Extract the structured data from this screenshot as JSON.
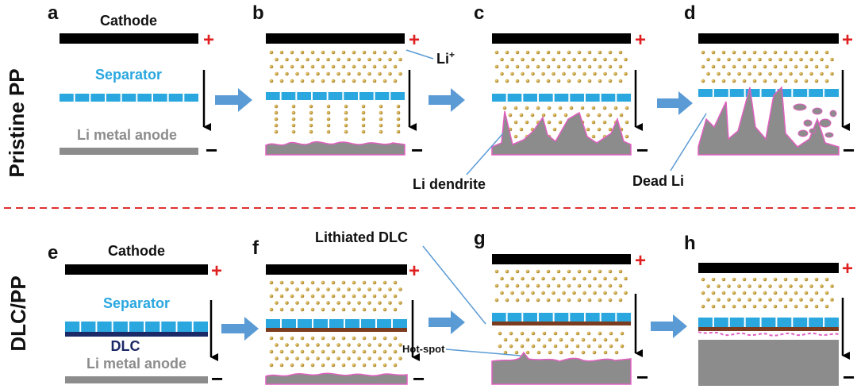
{
  "row_labels": {
    "top": "Pristine PP",
    "bottom": "DLC/PP"
  },
  "panels": [
    "a",
    "b",
    "c",
    "d",
    "e",
    "f",
    "g",
    "h"
  ],
  "labels": {
    "cathode": "Cathode",
    "separator": "Separator",
    "li_metal_anode": "Li metal anode",
    "dlc": "DLC",
    "li_ion": "Li",
    "li_ion_sup": "+",
    "li_dendrite": "Li dendrite",
    "dead_li": "Dead Li",
    "lithiated_dlc": "Lithiated DLC",
    "hot_spot": "Hot-spot"
  },
  "signs": {
    "plus": "+",
    "minus": "−"
  },
  "colors": {
    "cathode": "#000000",
    "separator": "#2aa7df",
    "anode": "#8c8c8c",
    "dlc": "#1b2a66",
    "lithiated_dlc": "#7a3b1e",
    "li_dot": "#c8a23a",
    "dendrite_edge": "#e060c0",
    "flow_arrow": "#5b9bd5",
    "plus": "#e02020",
    "divider": "#e03030"
  }
}
